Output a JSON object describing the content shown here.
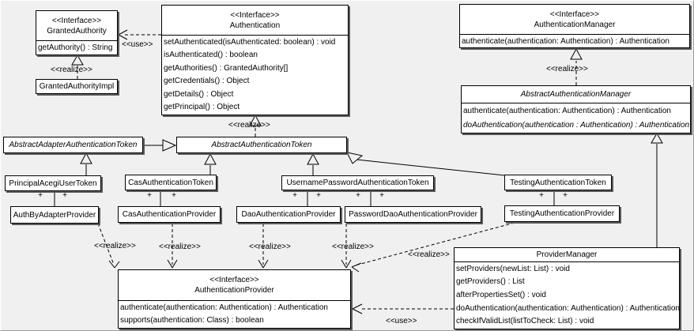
{
  "diagram": {
    "classes": {
      "granted_authority": {
        "stereotype": "<<Interface>>",
        "name": "GrantedAuthority",
        "methods": [
          "getAuthority() : String"
        ]
      },
      "granted_authority_impl": {
        "name": "GrantedAuthorityImpl"
      },
      "authentication": {
        "stereotype": "<<Interface>>",
        "name": "Authentication",
        "methods": [
          "setAuthenticated(isAuthenticated: boolean) : void",
          "isAuthenticated() : boolean",
          "getAuthorities() : GrantedAuthority[]",
          "getCredentials() : Object",
          "getDetails() : Object",
          "getPrincipal() : Object"
        ]
      },
      "authentication_manager": {
        "stereotype": "<<Interface>>",
        "name": "AuthenticationManager",
        "methods": [
          "authenticate(authentication: Authentication) : Authentication"
        ]
      },
      "abstract_authentication_manager": {
        "name": "AbstractAuthenticationManager",
        "methods": [
          "authenticate(authentication: Authentication) : Authentication",
          "doAuthentication(authentication : Authentication) : Authentication"
        ]
      },
      "abstract_adapter_authentication_token": {
        "name": "AbstractAdapterAuthenticationToken"
      },
      "abstract_authentication_token": {
        "name": "AbstractAuthenticationToken"
      },
      "principal_acegi_user_token": {
        "name": "PrincipalAcegiUserToken"
      },
      "cas_authentication_token": {
        "name": "CasAuthenticationToken"
      },
      "username_password_authentication_token": {
        "name": "UsernamePasswordAuthenticationToken"
      },
      "testing_authentication_token": {
        "name": "TestingAuthenticationToken"
      },
      "auth_by_adapter_provider": {
        "name": "AuthByAdapterProvider"
      },
      "cas_authentication_provider": {
        "name": "CasAuthenticationProvider"
      },
      "dao_authentication_provider": {
        "name": "DaoAuthenticationProvider"
      },
      "password_dao_authentication_provider": {
        "name": "PasswordDaoAuthenticationProvider"
      },
      "testing_authentication_provider": {
        "name": "TestingAuthenticationProvider"
      },
      "authentication_provider": {
        "stereotype": "<<Interface>>",
        "name": "AuthenticationProvider",
        "methods": [
          "authenticate(authentication: Authentication) : Authentication",
          "supports(authentication: Class) : boolean"
        ]
      },
      "provider_manager": {
        "name": "ProviderManager",
        "methods": [
          "setProviders(newList: List) : void",
          "getProviders() : List",
          "afterPropertiesSet() : void",
          "doAuthentication(authentication: Authentication) : Authentication",
          "checkIfValidList(listToCheck: List) : void"
        ]
      }
    },
    "edge_labels": {
      "use_authentication_granted_authority": "<<use>>",
      "realize_granted_authority_impl": "<<realize>>",
      "realize_abstract_authentication_token": "<<realize>>",
      "realize_abstract_authentication_manager": "<<realize>>",
      "realize_auth_by_adapter_provider": "<<realize>>",
      "realize_cas_authentication_provider": "<<realize>>",
      "realize_dao_authentication_provider": "<<realize>>",
      "realize_password_dao_authentication_provider": "<<realize>>",
      "realize_testing_authentication_provider": "<<realize>>",
      "use_provider_manager": "<<use>>",
      "multiplicity_plus": "+"
    },
    "colors": {
      "background": "#f0f0f0",
      "box_fill": "#ffffff",
      "line": "#000000",
      "shadow": "#5a5a5a"
    }
  }
}
